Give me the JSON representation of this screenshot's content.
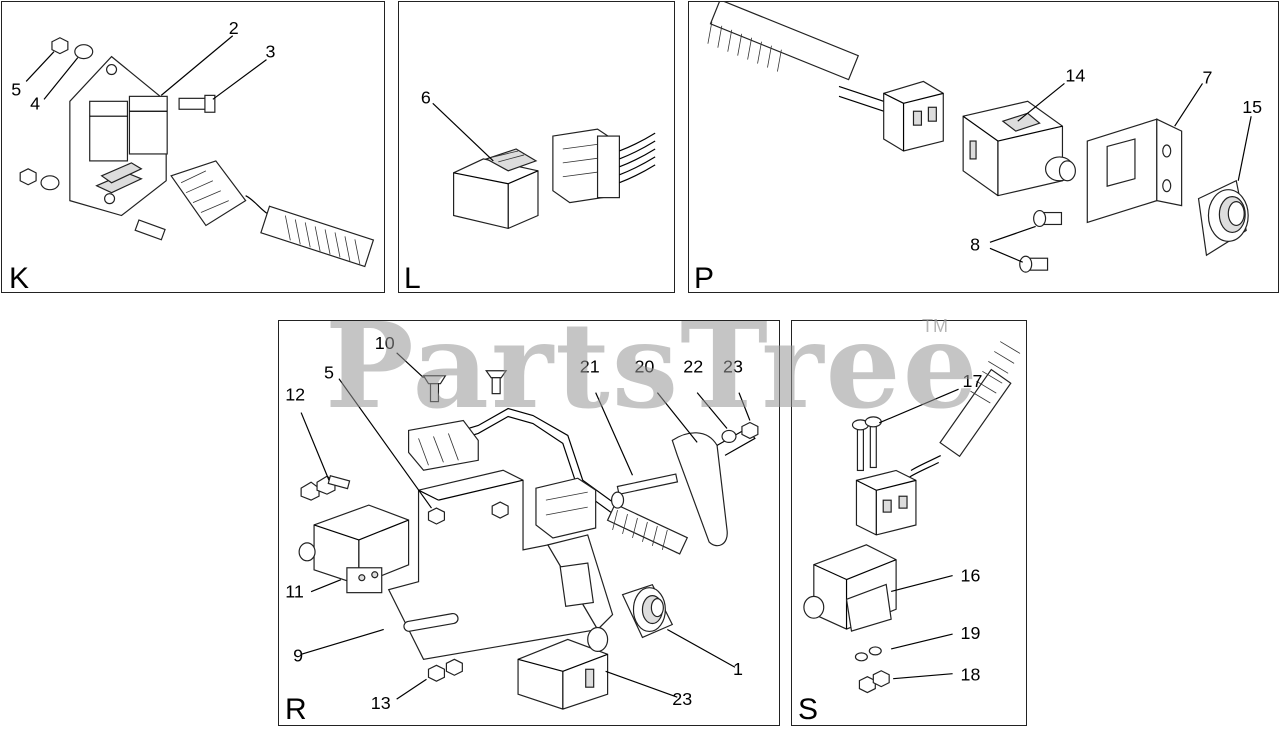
{
  "watermark": {
    "text": "PartsTree",
    "tm": "TM"
  },
  "panels": {
    "K": {
      "letter": "K",
      "callouts": [
        "2",
        "3",
        "5",
        "4"
      ]
    },
    "L": {
      "letter": "L",
      "callouts": [
        "6"
      ]
    },
    "P": {
      "letter": "P",
      "callouts": [
        "14",
        "7",
        "15",
        "8"
      ]
    },
    "R": {
      "letter": "R",
      "callouts": [
        "10",
        "5",
        "12",
        "21",
        "20",
        "22",
        "23",
        "11",
        "9",
        "1",
        "13",
        "23"
      ]
    },
    "S": {
      "letter": "S",
      "callouts": [
        "17",
        "16",
        "19",
        "18"
      ]
    }
  }
}
